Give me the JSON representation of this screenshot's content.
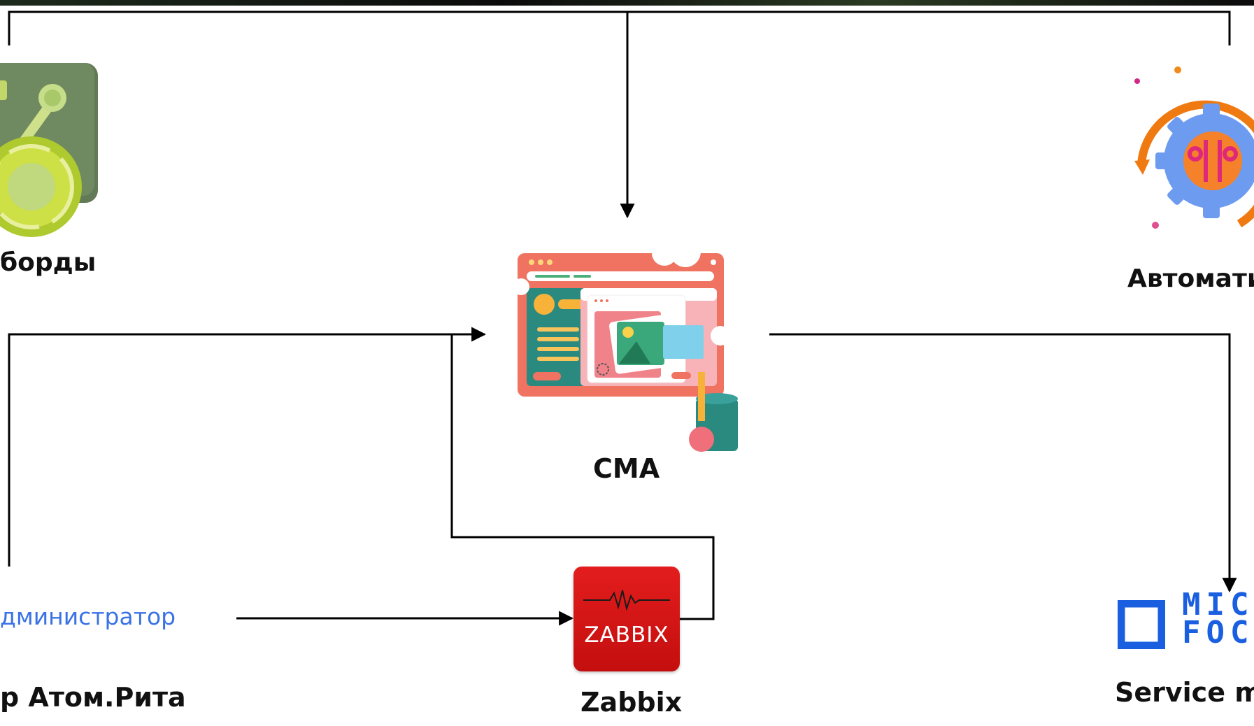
{
  "nodes": {
    "dashboards": {
      "label": "борды"
    },
    "automation": {
      "label": "Автомати"
    },
    "cma": {
      "label": "CMA"
    },
    "zabbix": {
      "label": "Zabbix",
      "logo_text": "ZABBIX"
    },
    "admin": {
      "label": "р Атом.Рита",
      "logo_text": "дминистратор"
    },
    "service": {
      "label": "Service ma",
      "logo_text": [
        "MIC",
        "FOC"
      ]
    }
  },
  "colors": {
    "line": "#000000",
    "zabbix_red": "#d81414",
    "admin_blue": "#3a72e6",
    "microfocus_blue": "#1a5fe0"
  }
}
